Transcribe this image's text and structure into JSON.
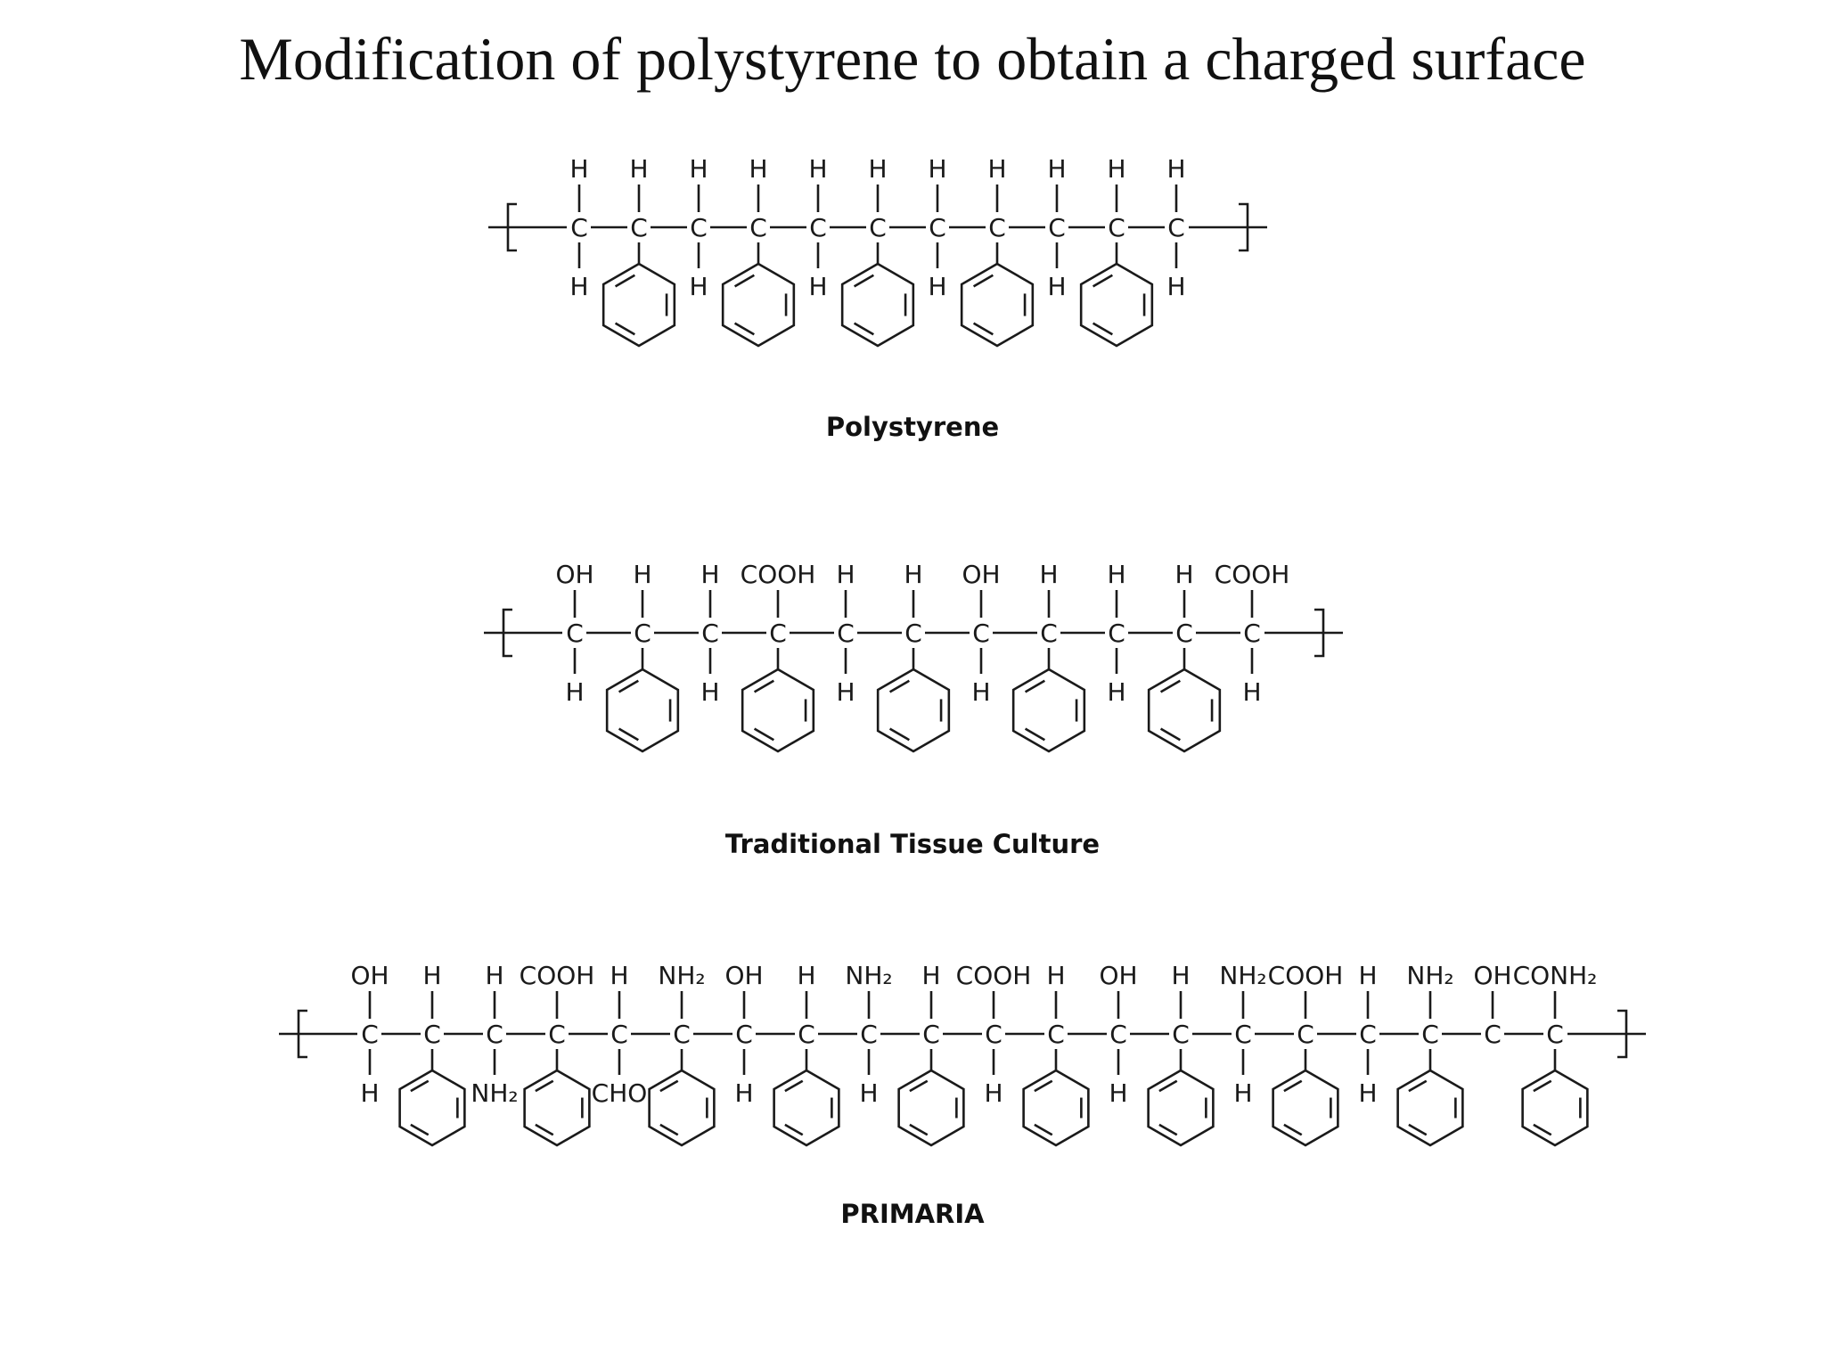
{
  "title": "Modification of polystyrene to obtain a charged surface",
  "structures": [
    {
      "id": "polystyrene",
      "caption": "Polystyrene",
      "carbons": [
        {
          "top": "H",
          "bottom": "H",
          "ring": false
        },
        {
          "top": "H",
          "bottom": "",
          "ring": true
        },
        {
          "top": "H",
          "bottom": "H",
          "ring": false
        },
        {
          "top": "H",
          "bottom": "",
          "ring": true
        },
        {
          "top": "H",
          "bottom": "H",
          "ring": false
        },
        {
          "top": "H",
          "bottom": "",
          "ring": true
        },
        {
          "top": "H",
          "bottom": "H",
          "ring": false
        },
        {
          "top": "H",
          "bottom": "",
          "ring": true
        },
        {
          "top": "H",
          "bottom": "H",
          "ring": false
        },
        {
          "top": "H",
          "bottom": "",
          "ring": true
        },
        {
          "top": "H",
          "bottom": "H",
          "ring": false
        }
      ]
    },
    {
      "id": "traditional-tissue-culture",
      "caption": "Traditional Tissue Culture",
      "carbons": [
        {
          "top": "OH",
          "bottom": "H",
          "ring": false
        },
        {
          "top": "H",
          "bottom": "",
          "ring": true
        },
        {
          "top": "H",
          "bottom": "H",
          "ring": false
        },
        {
          "top": "COOH",
          "bottom": "",
          "ring": true
        },
        {
          "top": "H",
          "bottom": "H",
          "ring": false
        },
        {
          "top": "H",
          "bottom": "",
          "ring": true
        },
        {
          "top": "OH",
          "bottom": "H",
          "ring": false
        },
        {
          "top": "H",
          "bottom": "",
          "ring": true
        },
        {
          "top": "H",
          "bottom": "H",
          "ring": false
        },
        {
          "top": "H",
          "bottom": "",
          "ring": true
        },
        {
          "top": "COOH",
          "bottom": "H",
          "ring": false
        }
      ]
    },
    {
      "id": "primaria",
      "caption": "PRIMARIA",
      "carbons": [
        {
          "top": "OH",
          "bottom": "H",
          "ring": false
        },
        {
          "top": "H",
          "bottom": "",
          "ring": true
        },
        {
          "top": "H",
          "bottom": "NH₂",
          "ring": false
        },
        {
          "top": "COOH",
          "bottom": "",
          "ring": true
        },
        {
          "top": "H",
          "bottom": "CHO",
          "ring": false
        },
        {
          "top": "NH₂",
          "bottom": "",
          "ring": true
        },
        {
          "top": "OH",
          "bottom": "H",
          "ring": false
        },
        {
          "top": "H",
          "bottom": "",
          "ring": true
        },
        {
          "top": "NH₂",
          "bottom": "H",
          "ring": false
        },
        {
          "top": "H",
          "bottom": "",
          "ring": true
        },
        {
          "top": "COOH",
          "bottom": "H",
          "ring": false
        },
        {
          "top": "H",
          "bottom": "",
          "ring": true
        },
        {
          "top": "OH",
          "bottom": "H",
          "ring": false
        },
        {
          "top": "H",
          "bottom": "",
          "ring": true
        },
        {
          "top": "NH₂",
          "bottom": "H",
          "ring": false
        },
        {
          "top": "COOH",
          "bottom": "",
          "ring": true
        },
        {
          "top": "H",
          "bottom": "H",
          "ring": false
        },
        {
          "top": "NH₂",
          "bottom": "",
          "ring": true
        },
        {
          "top": "OH",
          "bottom": "",
          "ring": false
        },
        {
          "top": "CONH₂",
          "bottom": "",
          "ring": true
        }
      ]
    }
  ]
}
